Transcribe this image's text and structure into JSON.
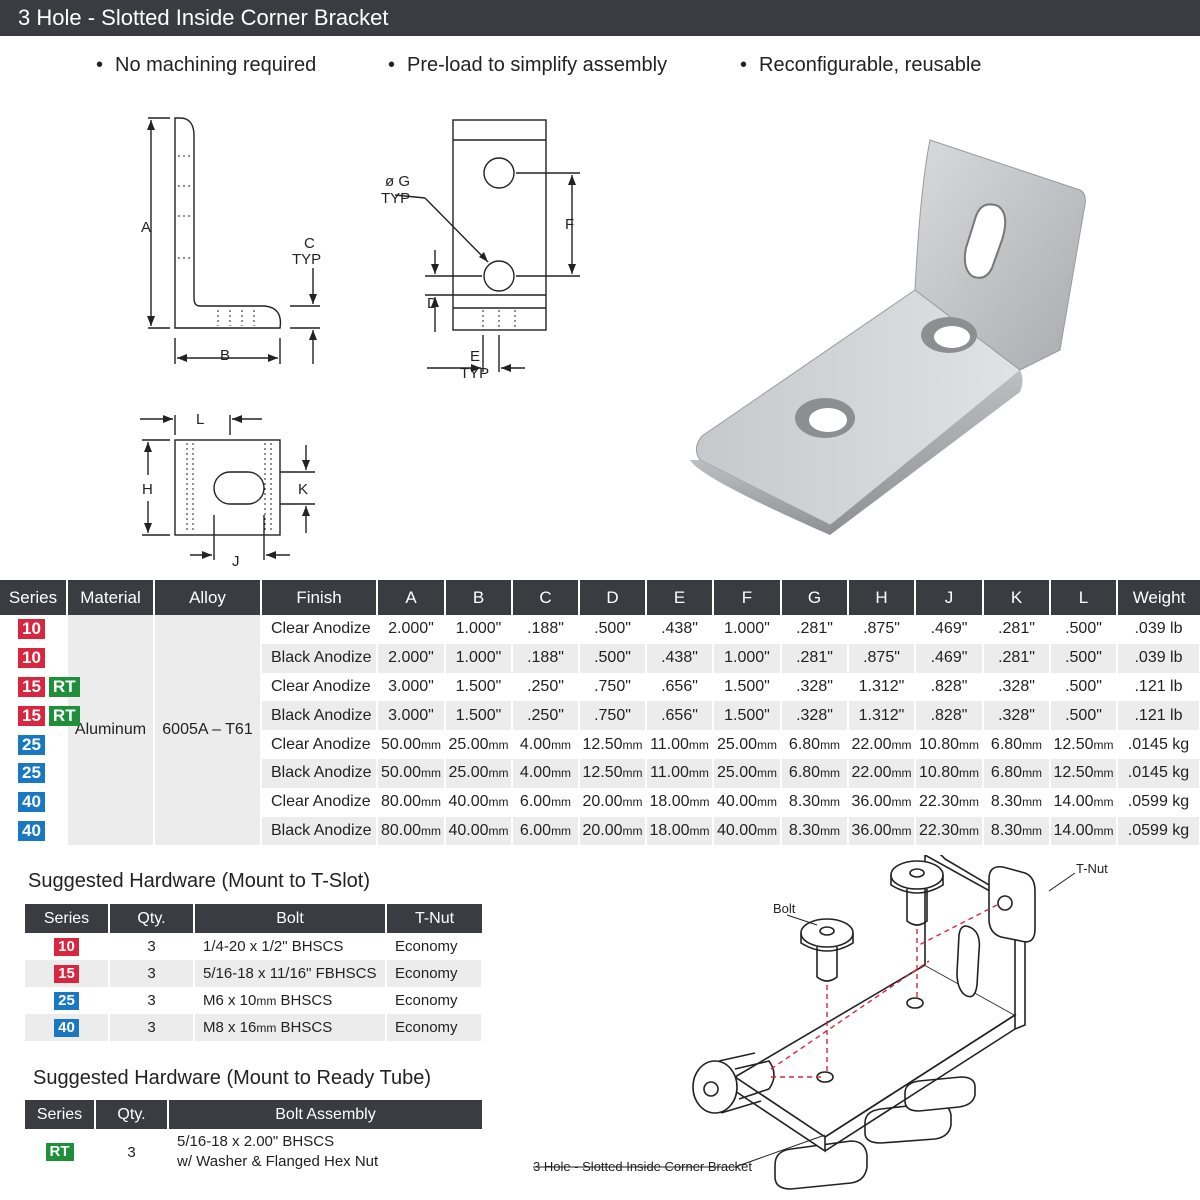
{
  "title": "3 Hole - Slotted Inside Corner Bracket",
  "bullets": [
    "No machining required",
    "Pre-load to simplify assembly",
    "Reconfigurable, reusable"
  ],
  "drawing_labels": {
    "A": "A",
    "B": "B",
    "C": "C",
    "TYP": "TYP",
    "G": "ø G",
    "F": "F",
    "D": "D",
    "E": "E",
    "L": "L",
    "H": "H",
    "K": "K",
    "J": "J"
  },
  "colors": {
    "header": "#3a3c41",
    "row_alt": "#ececec",
    "series_red": "#d7263d",
    "series_blue": "#1a78c2",
    "series_green": "#1f8f3a"
  },
  "spec_table": {
    "headers": [
      "Series",
      "Material",
      "Alloy",
      "Finish",
      "A",
      "B",
      "C",
      "D",
      "E",
      "F",
      "G",
      "H",
      "J",
      "K",
      "L",
      "Weight"
    ],
    "material": "Aluminum",
    "alloy": "6005A – T61",
    "rows": [
      {
        "series": "10",
        "rt": "",
        "color": "red",
        "finish": "Clear Anodize",
        "unit": "",
        "values": [
          "2.000\"",
          "1.000\"",
          ".188\"",
          ".500\"",
          ".438\"",
          "1.000\"",
          ".281\"",
          ".875\"",
          ".469\"",
          ".281\"",
          ".500\""
        ],
        "weight": ".039 lb"
      },
      {
        "series": "10",
        "rt": "",
        "color": "red",
        "finish": "Black Anodize",
        "unit": "",
        "values": [
          "2.000\"",
          "1.000\"",
          ".188\"",
          ".500\"",
          ".438\"",
          "1.000\"",
          ".281\"",
          ".875\"",
          ".469\"",
          ".281\"",
          ".500\""
        ],
        "weight": ".039 lb"
      },
      {
        "series": "15",
        "rt": "RT",
        "color": "red",
        "finish": "Clear Anodize",
        "unit": "",
        "values": [
          "3.000\"",
          "1.500\"",
          ".250\"",
          ".750\"",
          ".656\"",
          "1.500\"",
          ".328\"",
          "1.312\"",
          ".828\"",
          ".328\"",
          ".500\""
        ],
        "weight": ".121 lb"
      },
      {
        "series": "15",
        "rt": "RT",
        "color": "red",
        "finish": "Black Anodize",
        "unit": "",
        "values": [
          "3.000\"",
          "1.500\"",
          ".250\"",
          ".750\"",
          ".656\"",
          "1.500\"",
          ".328\"",
          "1.312\"",
          ".828\"",
          ".328\"",
          ".500\""
        ],
        "weight": ".121 lb"
      },
      {
        "series": "25",
        "rt": "",
        "color": "blue",
        "finish": "Clear Anodize",
        "unit": "mm",
        "values": [
          "50.00",
          "25.00",
          "4.00",
          "12.50",
          "11.00",
          "25.00",
          "6.80",
          "22.00",
          "10.80",
          "6.80",
          "12.50"
        ],
        "weight": ".0145 kg"
      },
      {
        "series": "25",
        "rt": "",
        "color": "blue",
        "finish": "Black Anodize",
        "unit": "mm",
        "values": [
          "50.00",
          "25.00",
          "4.00",
          "12.50",
          "11.00",
          "25.00",
          "6.80",
          "22.00",
          "10.80",
          "6.80",
          "12.50"
        ],
        "weight": ".0145 kg"
      },
      {
        "series": "40",
        "rt": "",
        "color": "blue",
        "finish": "Clear Anodize",
        "unit": "mm",
        "values": [
          "80.00",
          "40.00",
          "6.00",
          "20.00",
          "18.00",
          "40.00",
          "8.30",
          "36.00",
          "22.30",
          "8.30",
          "14.00"
        ],
        "weight": ".0599 kg"
      },
      {
        "series": "40",
        "rt": "",
        "color": "blue",
        "finish": "Black Anodize",
        "unit": "mm",
        "values": [
          "80.00",
          "40.00",
          "6.00",
          "20.00",
          "18.00",
          "40.00",
          "8.30",
          "36.00",
          "22.30",
          "8.30",
          "14.00"
        ],
        "weight": ".0599 kg"
      }
    ]
  },
  "hardware_tslot": {
    "heading": "Suggested Hardware (Mount to T-Slot)",
    "headers": [
      "Series",
      "Qty.",
      "Bolt",
      "T-Nut"
    ],
    "rows": [
      {
        "series": "10",
        "color": "red",
        "qty": "3",
        "bolt": "1/4-20 x 1/2\" BHSCS",
        "bolt_unit": "",
        "bolt_tail": "",
        "tnut": "Economy"
      },
      {
        "series": "15",
        "color": "red",
        "qty": "3",
        "bolt": "5/16-18 x 11/16\" FBHSCS",
        "bolt_unit": "",
        "bolt_tail": "",
        "tnut": "Economy"
      },
      {
        "series": "25",
        "color": "blue",
        "qty": "3",
        "bolt": "M6 x 10",
        "bolt_unit": "mm",
        "bolt_tail": " BHSCS",
        "tnut": "Economy"
      },
      {
        "series": "40",
        "color": "blue",
        "qty": "3",
        "bolt": "M8 x 16",
        "bolt_unit": "mm",
        "bolt_tail": " BHSCS",
        "tnut": "Economy"
      }
    ]
  },
  "hardware_tube": {
    "heading": "Suggested Hardware (Mount to Ready Tube)",
    "headers": [
      "Series",
      "Qty.",
      "Bolt Assembly"
    ],
    "rows": [
      {
        "series": "RT",
        "color": "green",
        "qty": "3",
        "line1": "5/16-18 x 2.00\" BHSCS",
        "line2": "w/ Washer & Flanged Hex Nut"
      }
    ]
  },
  "assembly_labels": {
    "bolt": "Bolt",
    "tnut": "T-Nut",
    "caption": "3 Hole - Slotted Inside Corner Bracket"
  }
}
